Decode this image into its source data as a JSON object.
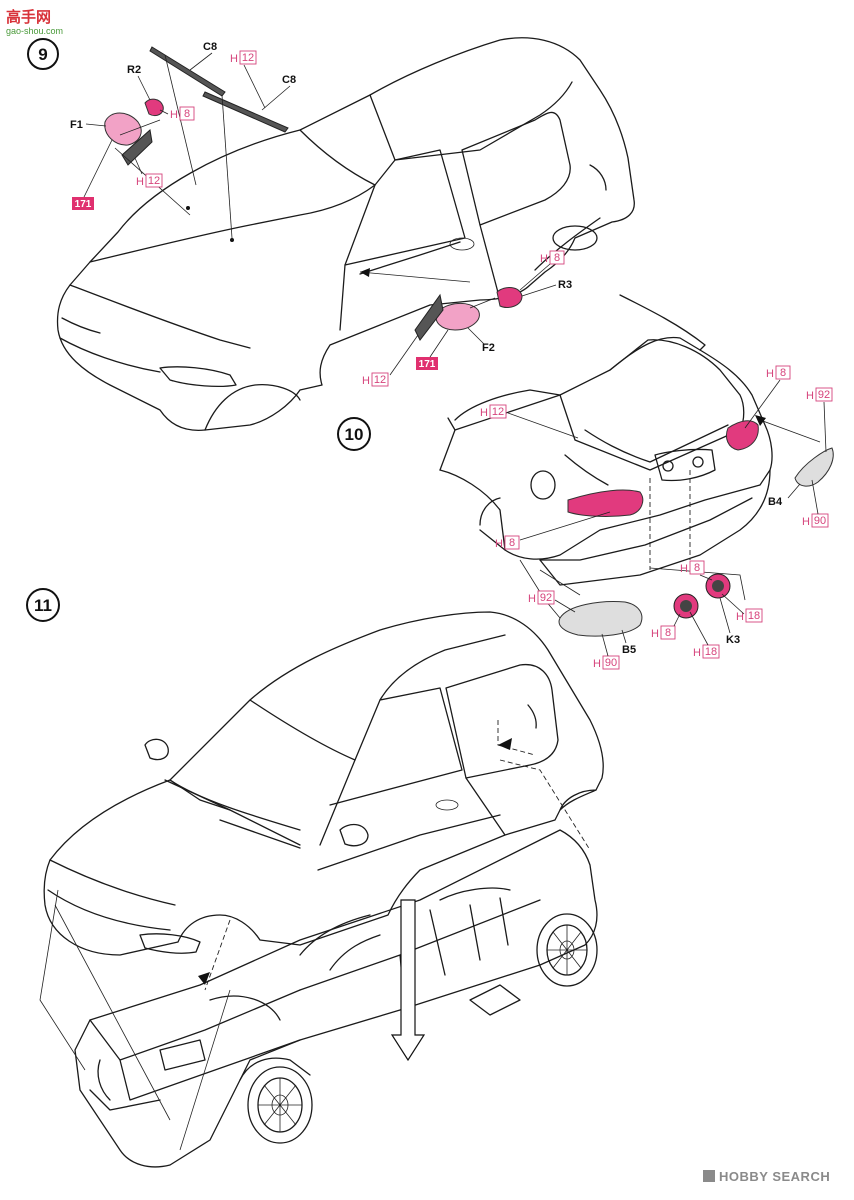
{
  "watermark_top": {
    "main": "高手网",
    "sub": "gao-shou.com"
  },
  "watermark_bottom": {
    "brand": "HOBBY SEARCH"
  },
  "steps": [
    {
      "id": "step-9",
      "number": "9"
    },
    {
      "id": "step-10",
      "number": "10"
    },
    {
      "id": "step-11",
      "number": "11"
    }
  ],
  "labels": {
    "c8_a": "C8",
    "c8_b": "C8",
    "r2": "R2",
    "r3": "R3",
    "f1": "F1",
    "f2": "F2",
    "b4": "B4",
    "b5": "B5",
    "k3": "K3"
  },
  "paint_prefix": "H",
  "paint": {
    "h12_wiper": "12",
    "h8_r2": "8",
    "h12_f1": "12",
    "h8_r3": "8",
    "h12_f2": "12",
    "h12_window": "12",
    "h8_tail_r": "8",
    "h92_b4": "92",
    "h90_b4": "90",
    "h8_tail_l": "8",
    "h8_k3a": "8",
    "h18_k3a": "18",
    "h8_k3b": "8",
    "h18_k3b": "18",
    "h92_b5": "92",
    "h90_b5": "90"
  },
  "badges": {
    "f1": "171",
    "f2": "171"
  },
  "colors": {
    "accent": "#e0306f",
    "part_pink": "#f2a2c6",
    "part_magenta": "#e13a7e"
  }
}
